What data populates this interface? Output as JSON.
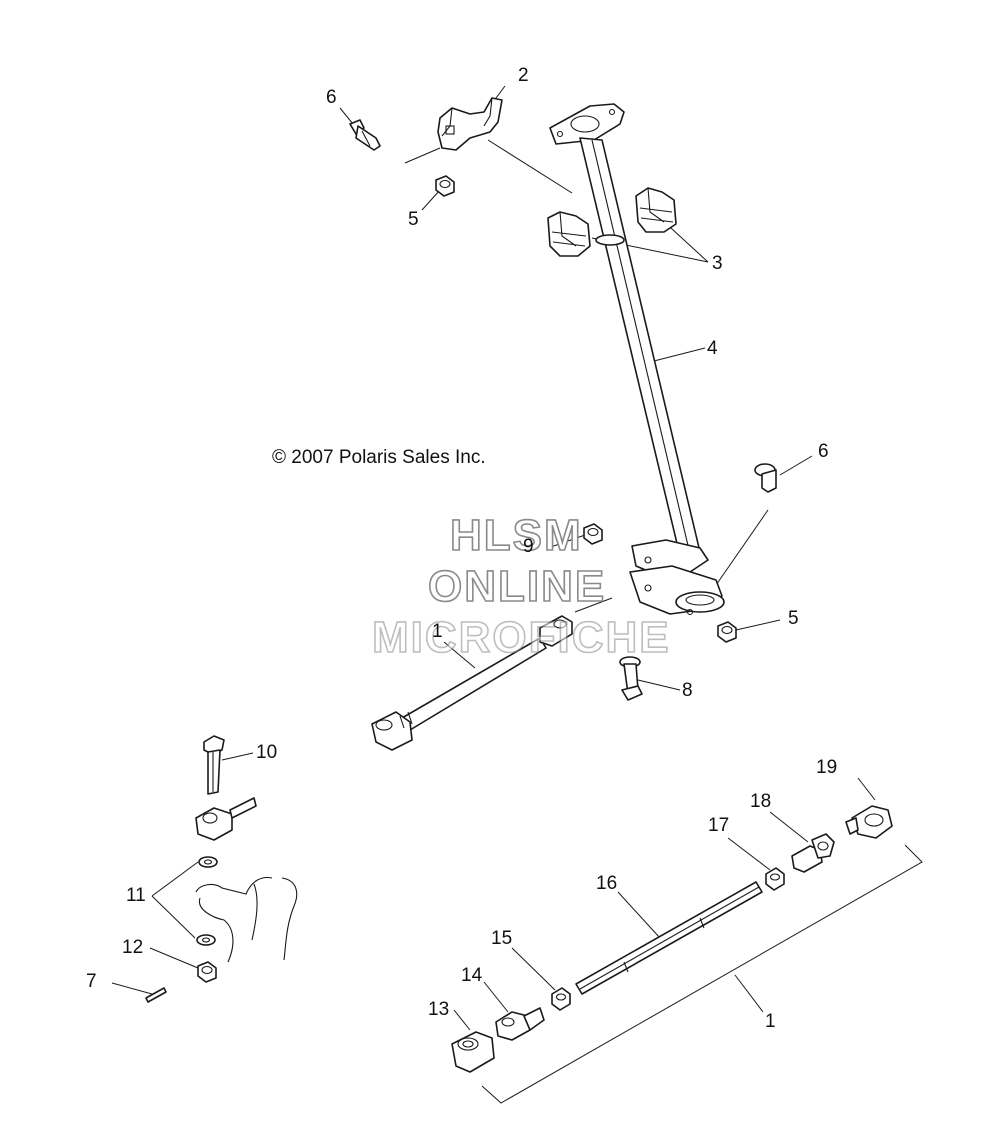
{
  "copyright": "© 2007 Polaris Sales Inc.",
  "watermark": {
    "line1": "HLSM",
    "line2": "ONLINE",
    "line3": "MICROFICHE"
  },
  "callouts": [
    {
      "id": "c2",
      "text": "2"
    },
    {
      "id": "c6a",
      "text": "6"
    },
    {
      "id": "c5a",
      "text": "5"
    },
    {
      "id": "c3",
      "text": "3"
    },
    {
      "id": "c4",
      "text": "4"
    },
    {
      "id": "c6b",
      "text": "6"
    },
    {
      "id": "c9",
      "text": "9"
    },
    {
      "id": "c1a",
      "text": "1"
    },
    {
      "id": "c5b",
      "text": "5"
    },
    {
      "id": "c8",
      "text": "8"
    },
    {
      "id": "c10",
      "text": "10"
    },
    {
      "id": "c19",
      "text": "19"
    },
    {
      "id": "c18",
      "text": "18"
    },
    {
      "id": "c17",
      "text": "17"
    },
    {
      "id": "c16",
      "text": "16"
    },
    {
      "id": "c11",
      "text": "11"
    },
    {
      "id": "c15",
      "text": "15"
    },
    {
      "id": "c12",
      "text": "12"
    },
    {
      "id": "c14",
      "text": "14"
    },
    {
      "id": "c7",
      "text": "7"
    },
    {
      "id": "c13",
      "text": "13"
    },
    {
      "id": "c1b",
      "text": "1"
    }
  ],
  "colors": {
    "line": "#1a1a1a",
    "watermark_outline": "#8a8a8a",
    "background": "#ffffff"
  }
}
